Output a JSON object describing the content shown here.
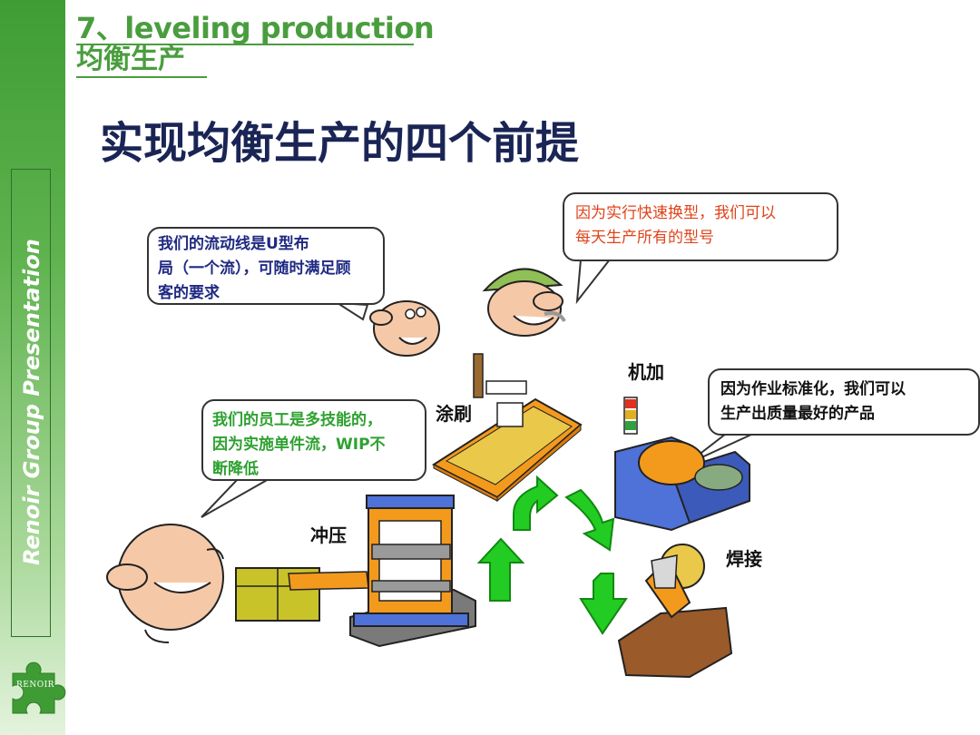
{
  "header": {
    "title_en": "7、leveling production",
    "title_cn": "均衡生产"
  },
  "slide_title": "实现均衡生产的四个前提",
  "sidebar": {
    "vertical_text": "Renoir Group Presentation",
    "logo_text": "RENOIR"
  },
  "bubbles": {
    "u_line": [
      "我们的流动线是U型布",
      "局（一个流），可随时满足顾",
      "客的要求"
    ],
    "changeover": [
      "因为实行快速换型，我们可以",
      "每天生产所有的型号"
    ],
    "standard": [
      "因为作业标准化，我们可以",
      "生产出质量最好的产品"
    ],
    "multiskill": [
      "我们的员工是多技能的，",
      "因为实施单件流，WIP不",
      "断降低"
    ]
  },
  "labels": {
    "painting": "涂刷",
    "machining": "机加",
    "stamping": "冲压",
    "welding": "焊接"
  },
  "colors": {
    "sidebar_green": "#3f9c35",
    "header_green": "#4a9d3e",
    "title_navy": "#1a2555",
    "bubble_navy": "#1f2a82",
    "bubble_orange": "#e0431a",
    "bubble_green": "#2ea130",
    "arrow_green": "#22cc22"
  }
}
